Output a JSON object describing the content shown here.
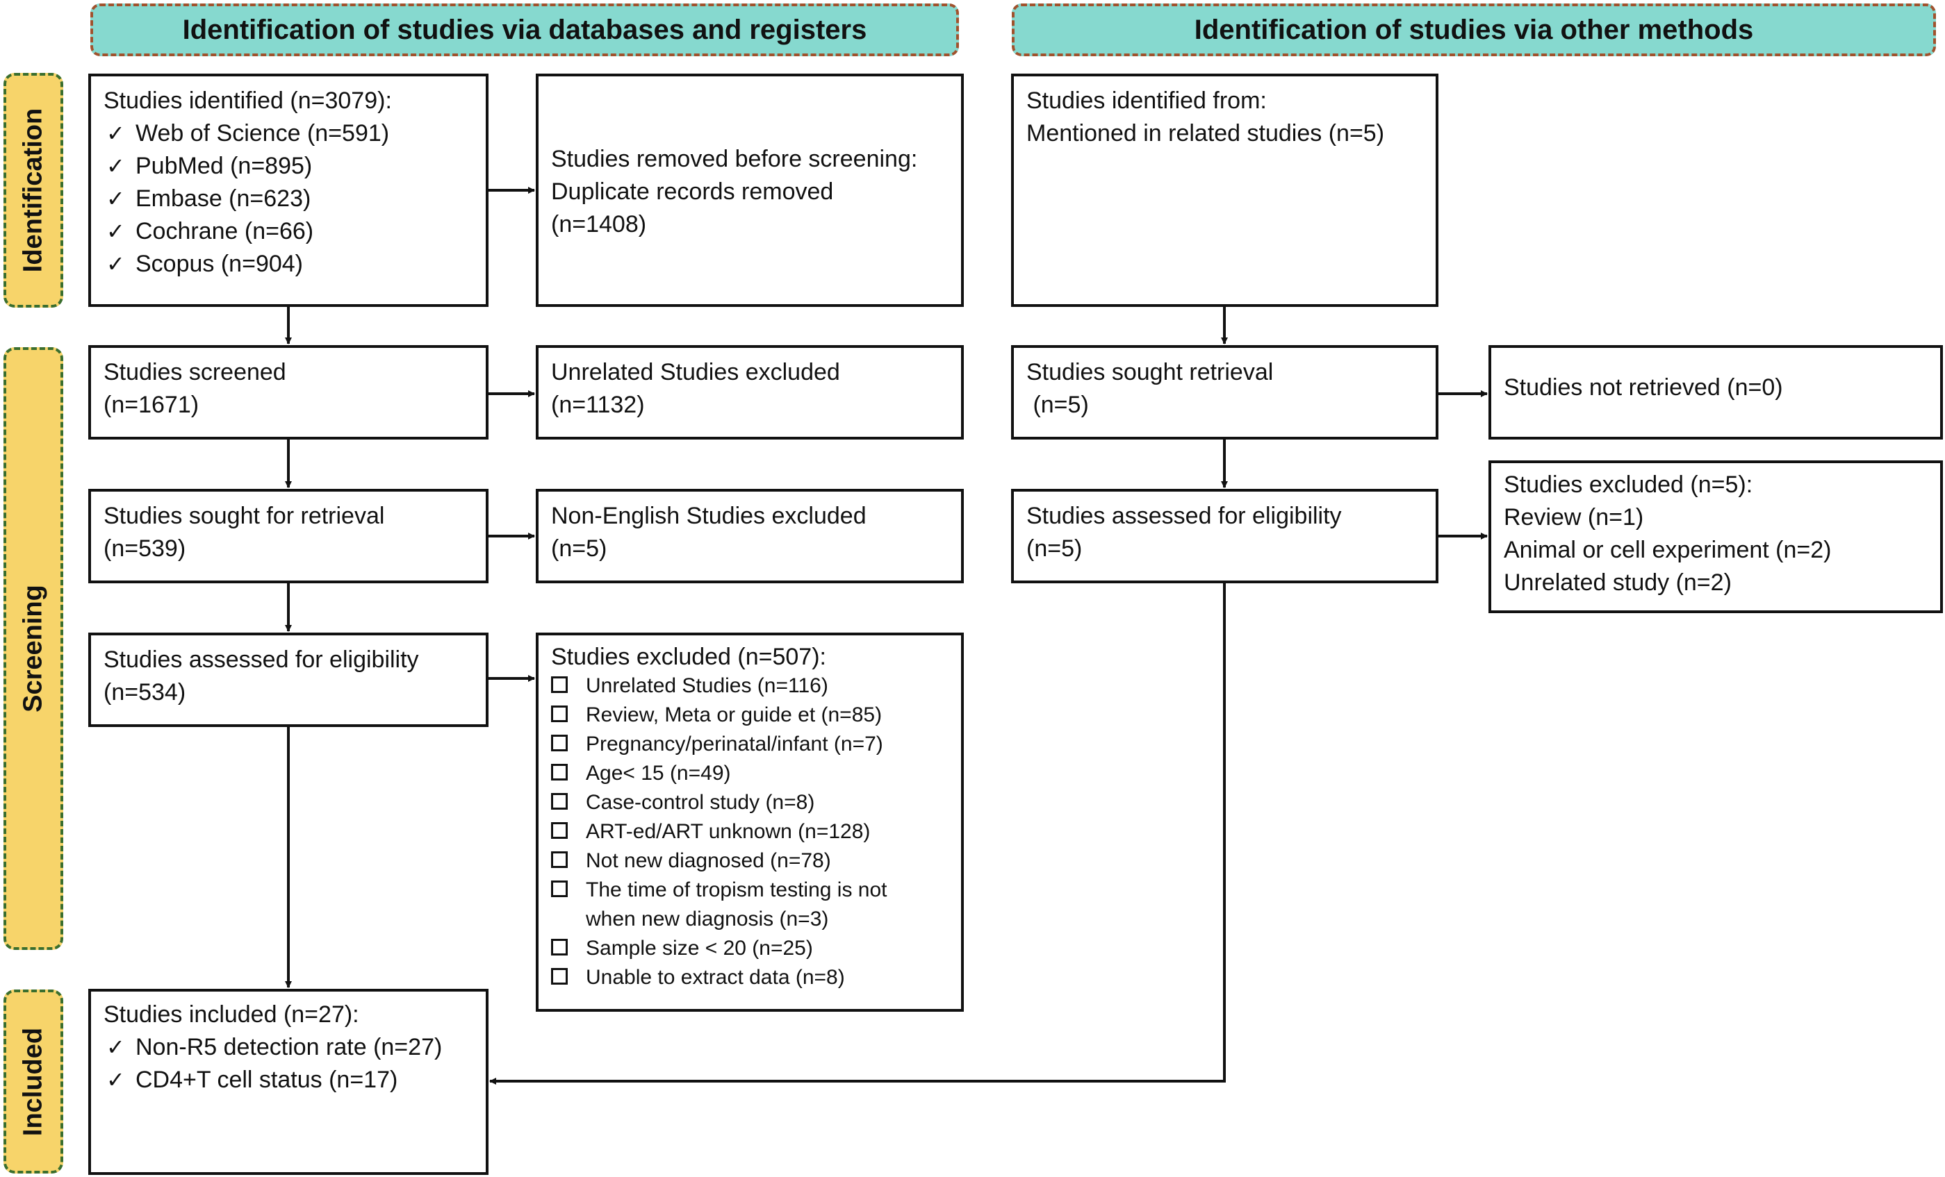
{
  "headers": {
    "databases": "Identification of studies via databases and registers",
    "other": "Identification of studies via other methods"
  },
  "phases": {
    "identification": "Identification",
    "screening": "Screening",
    "included": "Included"
  },
  "left": {
    "identified": {
      "title": "Studies identified (n=3079):",
      "items": [
        "Web of Science (n=591)",
        "PubMed (n=895)",
        "Embase (n=623)",
        "Cochrane (n=66)",
        "Scopus (n=904)"
      ]
    },
    "removed": {
      "lines": [
        "Studies removed before screening:",
        "Duplicate records removed",
        "(n=1408)"
      ]
    },
    "screened": {
      "lines": [
        "Studies screened",
        "(n=1671)"
      ]
    },
    "unrelated_excluded": {
      "lines": [
        "Unrelated Studies excluded",
        "(n=1132)"
      ]
    },
    "sought": {
      "lines": [
        "Studies sought for retrieval",
        "(n=539)"
      ]
    },
    "non_english": {
      "lines": [
        "Non-English Studies excluded",
        "(n=5)"
      ]
    },
    "assessed": {
      "lines": [
        "Studies assessed for eligibility",
        "(n=534)"
      ]
    },
    "excluded": {
      "title": "Studies excluded (n=507):",
      "items": [
        "Unrelated Studies (n=116)",
        "Review, Meta or guide et (n=85)",
        "Pregnancy/perinatal/infant (n=7)",
        "Age< 15 (n=49)",
        "Case-control study (n=8)",
        "ART-ed/ART unknown (n=128)",
        "Not new diagnosed (n=78)",
        "The time of tropism testing is not",
        "Sample size < 20 (n=25)",
        "Unable to extract data (n=8)"
      ],
      "continuation": "when new diagnosis (n=3)"
    },
    "included": {
      "title": "Studies included (n=27):",
      "items": [
        "Non-R5 detection rate (n=27)",
        "CD4+T cell status (n=17)"
      ]
    }
  },
  "right": {
    "identified": {
      "lines": [
        "Studies identified from:",
        "Mentioned in related studies (n=5)"
      ]
    },
    "sought": {
      "lines": [
        "Studies sought retrieval",
        " (n=5)"
      ]
    },
    "not_retrieved": {
      "lines": [
        "Studies not retrieved (n=0)"
      ]
    },
    "assessed": {
      "lines": [
        "Studies assessed for eligibility",
        "(n=5)"
      ]
    },
    "excluded": {
      "lines": [
        "Studies excluded (n=5):",
        "Review (n=1)",
        "Animal or cell experiment (n=2)",
        "Unrelated study (n=2)"
      ]
    }
  },
  "symbols": {
    "tick": "✓"
  },
  "colors": {
    "header_fill": "#86d9cf",
    "header_border": "#a0522d",
    "phase_fill": "#f7d46a",
    "phase_border": "#3a6e2e"
  }
}
